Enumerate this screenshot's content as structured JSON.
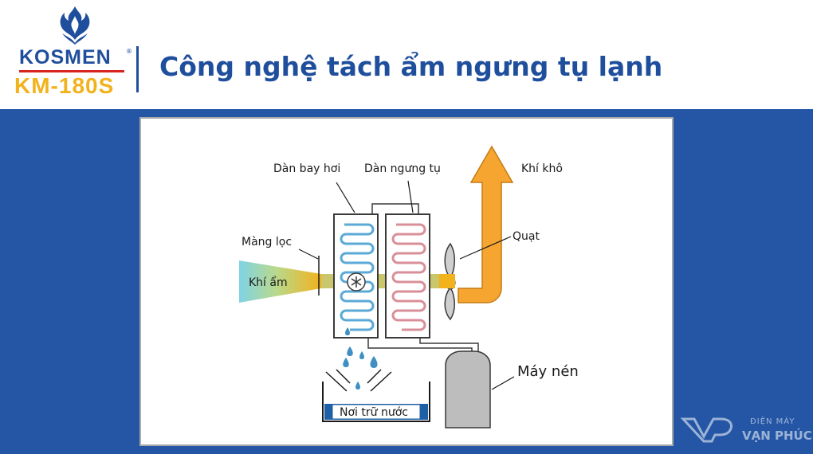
{
  "header": {
    "brand": "KOSMEN",
    "trademark": "®",
    "model": "KM-180S",
    "title": "Công nghệ tách ẩm ngưng tụ lạnh"
  },
  "diagram": {
    "labels": {
      "evaporator": "Dàn bay hơi",
      "condenser": "Dàn ngưng tụ",
      "dry_air": "Khí khô",
      "filter": "Màng lọc",
      "fan": "Quạt",
      "humid_air": "Khí ẩm",
      "compressor": "Máy nén",
      "water_tank": "Nơi trữ nước"
    }
  },
  "watermark": {
    "line1": "ĐIỆN MÁY",
    "line2": "VẠN PHÚC"
  },
  "colors": {
    "brand_blue": "#1f4f9c",
    "background_blue": "#2456a5",
    "accent_yellow": "#f2b21c",
    "arrow_orange": "#f7a531",
    "cold_blue": "#5aa9d6",
    "hot_pink": "#d98f98"
  }
}
